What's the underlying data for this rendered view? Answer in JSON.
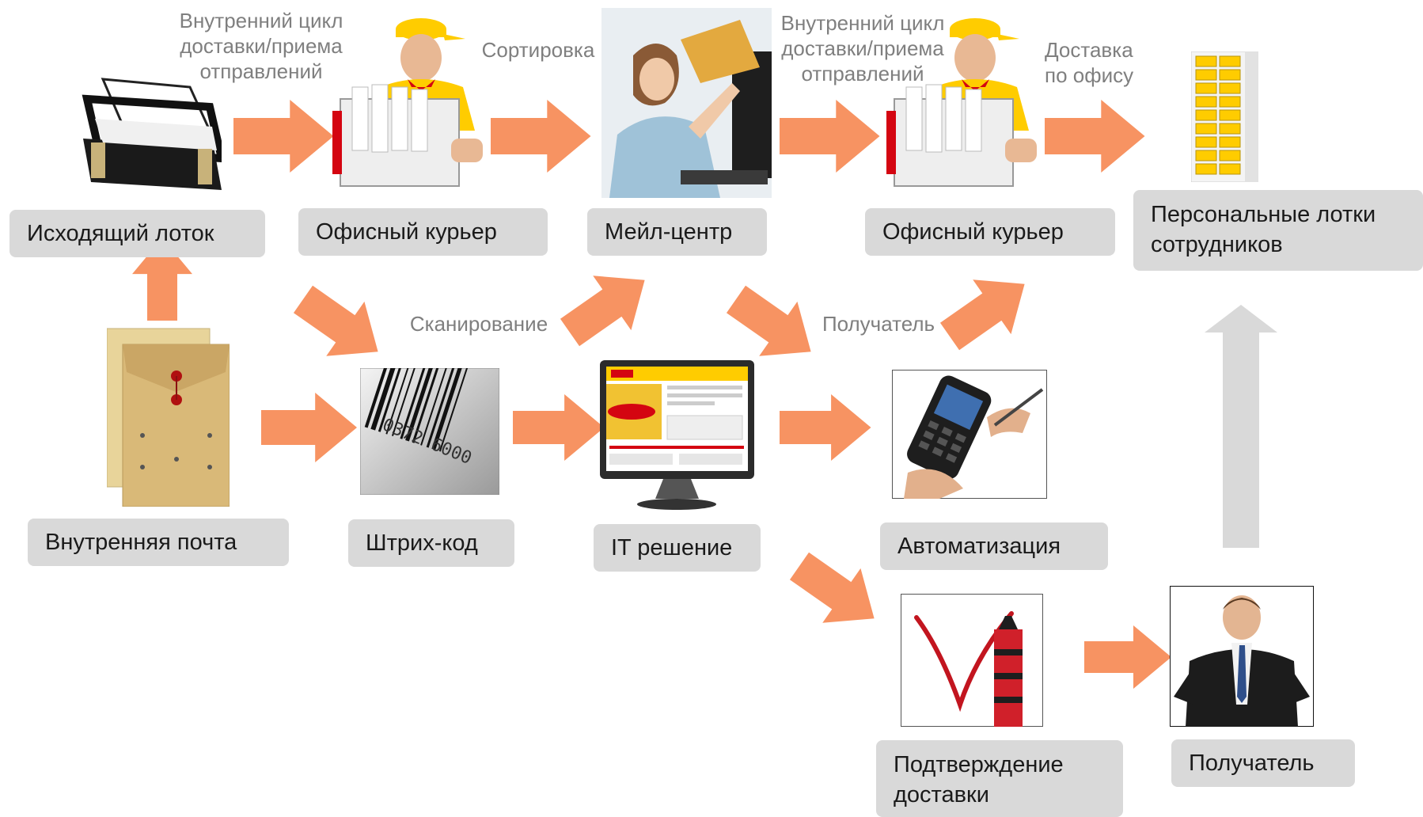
{
  "colors": {
    "arrow": "#f79362",
    "arrow_gray": "#d9d9d9",
    "box": "#d9d9d9",
    "step_text": "#7f7f7f",
    "dhl_yellow": "#ffcc00",
    "dhl_red": "#d40511"
  },
  "nodes": {
    "outgoing_tray": "Исходящий лоток",
    "office_courier_1": "Офисный курьер",
    "mail_center": "Мейл-центр",
    "office_courier_2": "Офисный курьер",
    "personal_trays": "Персональные лотки сотрудников",
    "internal_mail": "Внутренняя почта",
    "barcode": "Штрих-код",
    "it_solution": "IT решение",
    "automation": "Автоматизация",
    "delivery_confirmation": "Подтверждение доставки",
    "recipient": "Получатель"
  },
  "steps": {
    "internal_cycle_1": "Внутренний цикл доставки/приема отправлений",
    "sorting": "Сортировка",
    "internal_cycle_2": "Внутренний цикл доставки/приема отправлений",
    "office_delivery": "Доставка по офису",
    "scanning": "Сканирование",
    "recipient": "Получатель"
  },
  "icons": {
    "tray": "letter-tray-icon",
    "courier": "courier-icon",
    "operator": "mail-operator-icon",
    "cabinet": "mail-cabinet-icon",
    "envelope": "envelope-icon",
    "barcode": "barcode-icon",
    "monitor": "monitor-icon",
    "handheld": "handheld-scanner-icon",
    "checkmark": "checkmark-marker-icon",
    "person": "businessman-icon"
  },
  "pictures": {
    "barcode_digits": "0372 6000"
  }
}
